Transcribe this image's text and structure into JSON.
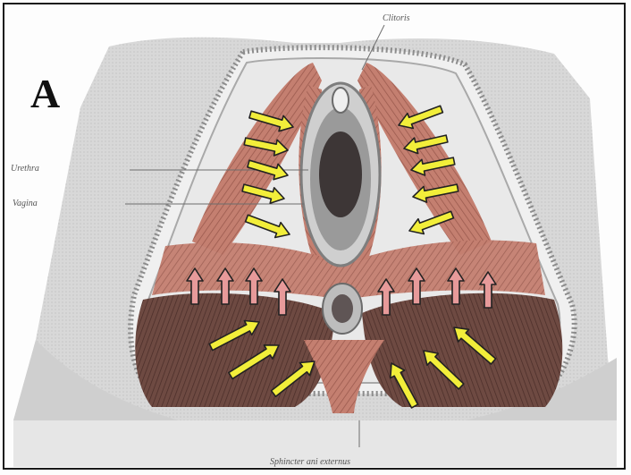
{
  "figure": {
    "panel_letter": "A",
    "labels": {
      "clitoris": "Clitoris",
      "urethra": "Urethra",
      "vagina": "Vagina",
      "sphincter": "Sphincter ani externus"
    },
    "colors": {
      "frame": "#1a1a1a",
      "skin": "#d9d9d9",
      "muscle": "#b9786a",
      "muscle_dark": "#6b4038",
      "yellow_arrow": "#f2ee3a",
      "red_arrow": "#e79a9a"
    },
    "arrow_groups": [
      {
        "name": "left-upper-yellow",
        "color": "yellow",
        "direction": "right",
        "count": 5
      },
      {
        "name": "right-upper-yellow",
        "color": "yellow",
        "direction": "left",
        "count": 5
      },
      {
        "name": "left-red",
        "color": "red",
        "direction": "up",
        "count": 4
      },
      {
        "name": "right-red",
        "color": "red",
        "direction": "up",
        "count": 4
      },
      {
        "name": "left-lower-yellow",
        "color": "yellow",
        "direction": "up-right",
        "count": 3
      },
      {
        "name": "right-lower-yellow",
        "color": "yellow",
        "direction": "up-left",
        "count": 3
      }
    ]
  }
}
